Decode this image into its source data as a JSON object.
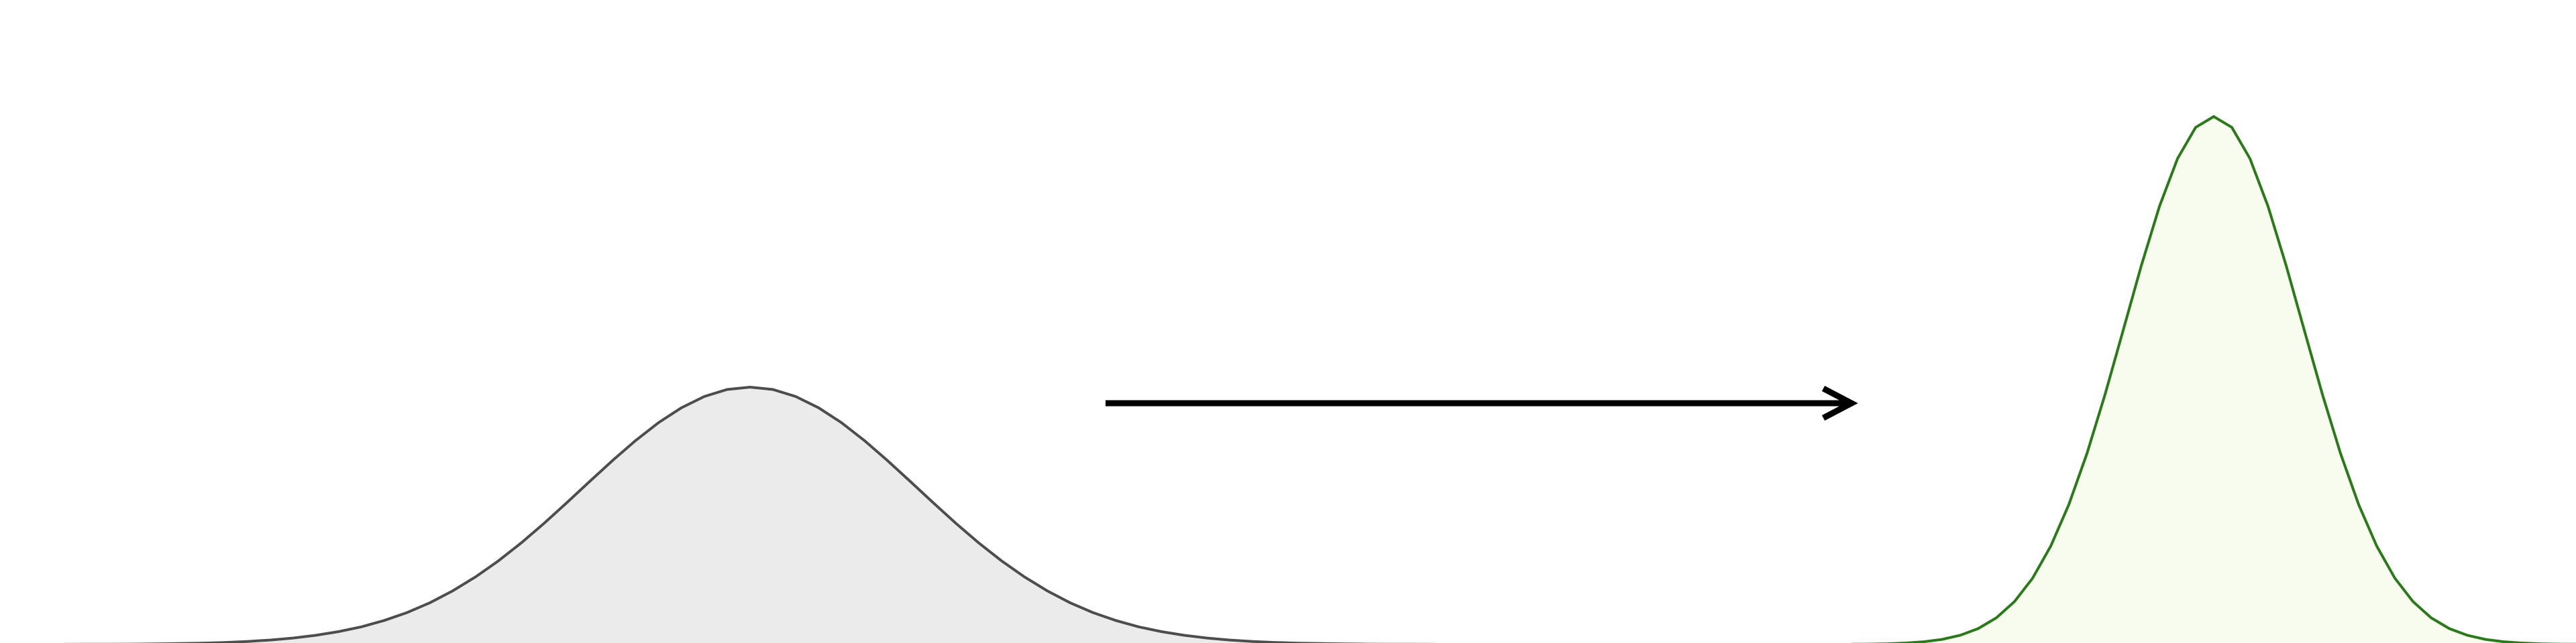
{
  "diagram": {
    "type": "distribution-transform",
    "source_curve": {
      "shape": "gaussian",
      "mean": 0,
      "std": 1.0,
      "peak": 0.4,
      "fill_color": "#ebebeb",
      "stroke_color": "#4d4d4d"
    },
    "arrow": {
      "direction": "right",
      "color": "#000000"
    },
    "target_curve": {
      "shape": "gaussian",
      "mean": 0,
      "std": 0.5,
      "peak": 0.8,
      "fill_color": "#f7fcee",
      "stroke_color": "#2a7a1a"
    }
  }
}
